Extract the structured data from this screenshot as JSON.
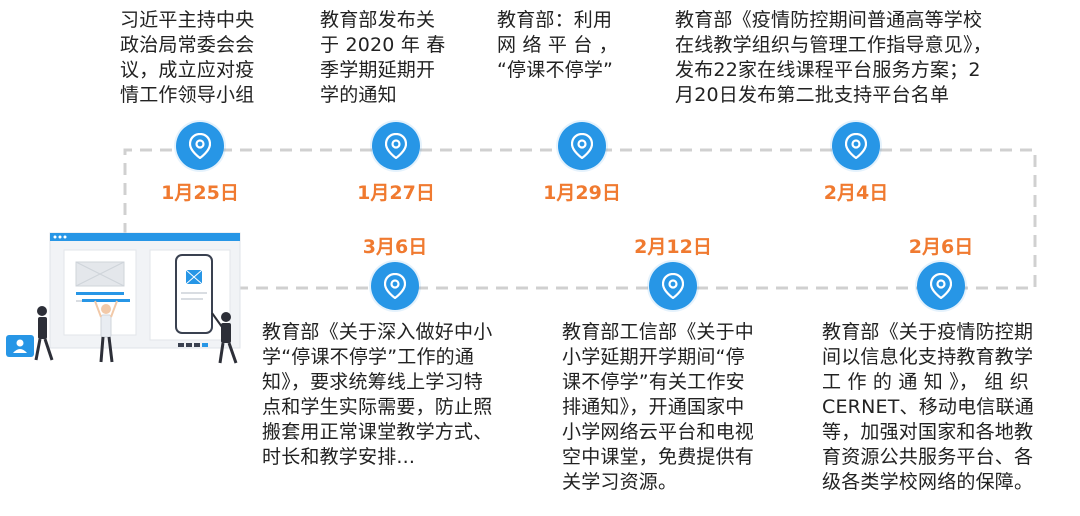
{
  "timeline": {
    "top": [
      {
        "date": "1月25日",
        "lines": [
          "习近平主持中央",
          "政治局常委会会",
          "议，成立应对疫",
          "情工作领导小组"
        ]
      },
      {
        "date": "1月27日",
        "lines": [
          "教育部发布关",
          "于 2020 年 春",
          "季学期延期开",
          "学的通知"
        ]
      },
      {
        "date": "1月29日",
        "lines": [
          "教育部：利用",
          "网 络 平 台 ，",
          "“停课不停学”"
        ]
      },
      {
        "date": "2月4日",
        "lines": [
          "教育部《疫情防控期间普通高等学校",
          "在线教学组织与管理工作指导意见》，",
          "发布22家在线课程平台服务方案；2",
          "月20日发布第二批支持平台名单"
        ]
      }
    ],
    "bottom": [
      {
        "date": "3月6日",
        "lines": [
          "教育部《关于深入做好中小",
          "学“停课不停学”工作的通",
          "知》，要求统筹线上学习特",
          "点和学生实际需要，防止照",
          "搬套用正常课堂教学方式、",
          "时长和教学安排..."
        ]
      },
      {
        "date": "2月12日",
        "lines": [
          "教育部工信部《关于中",
          "小学延期开学期间“停",
          "课不停学”有关工作安",
          "排通知》，开通国家中",
          "小学网络云平台和电视",
          "空中课堂，免费提供有",
          "关学习资源。"
        ]
      },
      {
        "date": "2月6日",
        "lines": [
          "教育部《关于疫情防控期",
          "间以信息化支持教育教学",
          "工 作 的 通 知 》， 组 织",
          "CERNET、移动电信联通",
          "等，加强对国家和各地教",
          "育资源公共服务平台、各",
          "级各类学校网络的保障。"
        ]
      }
    ]
  },
  "colors": {
    "accent": "#f07a30",
    "pin": "#2796e6",
    "track": "#d0d0d0",
    "text": "#222222"
  },
  "icons": {
    "pin": "location-pin-icon",
    "illustration": "online-learning-illustration"
  }
}
